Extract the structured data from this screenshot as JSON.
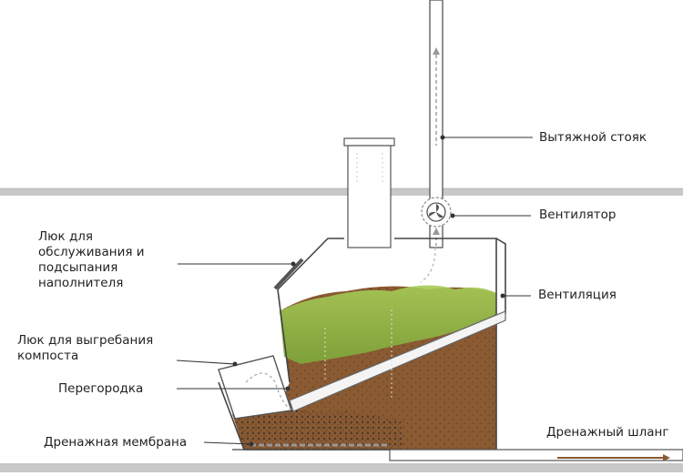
{
  "labels": {
    "riser": "Вытяжной стояк",
    "fan": "Вентилятор",
    "service_hatch_1": "Люк для",
    "service_hatch_2": "обслуживания и",
    "service_hatch_3": "подсыпания",
    "service_hatch_4": "наполнителя",
    "ventilation": "Вентиляция",
    "compost_hatch_1": "Люк для выгребания",
    "compost_hatch_2": "компоста",
    "partition": "Перегородка",
    "drainage_membrane": "Дренажная мембрана",
    "drainage_hose": "Дренажный шланг"
  },
  "colors": {
    "floor": "#c8c8c8",
    "compost": "#8a5a32",
    "compost_dark": "#6b3f1e",
    "moss": "#8fbf3a",
    "line": "#444444",
    "arrow_brown": "#8a5a32"
  }
}
